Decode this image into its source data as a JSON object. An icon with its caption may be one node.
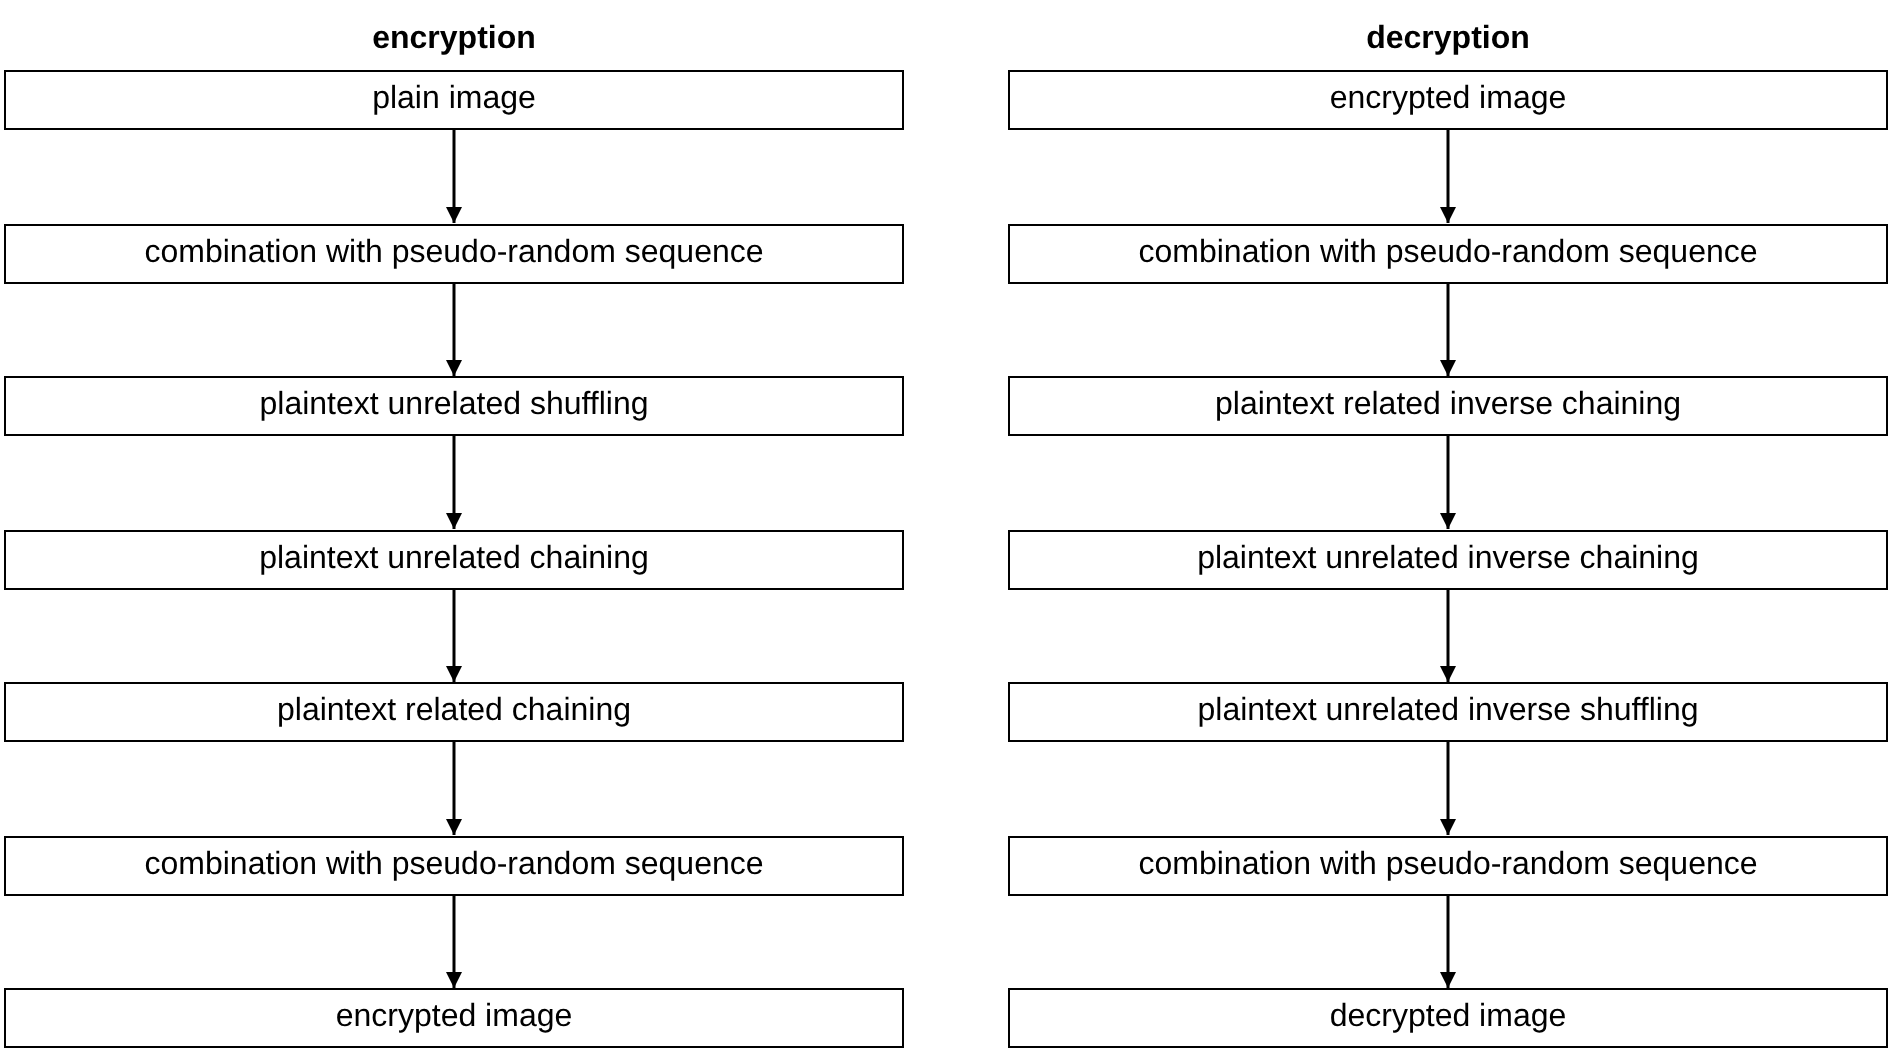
{
  "diagram": {
    "nodes": [
      {
        "text": [
          "plain image"
        ]
      },
      {
        "text": [
          "combination with pseudo-random sequence"
        ]
      },
      {
        "text": [
          "plaintext unrelated shuffling"
        ]
      },
      {
        "text": [
          "plaintext unrelated chaining"
        ]
      },
      {
        "text": [
          "plaintext related chaining"
        ]
      },
      {
        "text": [
          "combination with pseudo-random sequence"
        ]
      },
      {
        "text": [
          "encrypted image"
        ]
      },
      {
        "text": [
          "encrypted image"
        ]
      },
      {
        "text": [
          "combination with pseudo-random sequence"
        ]
      },
      {
        "text": [
          "plaintext related inverse chaining"
        ]
      },
      {
        "text": [
          "plaintext unrelated inverse chaining"
        ]
      },
      {
        "text": [
          "plaintext unrelated inverse shuffling"
        ]
      },
      {
        "text": [
          "combination with pseudo-random sequence"
        ]
      },
      {
        "text": [
          "decrypted image"
        ]
      }
    ],
    "edges": [
      {
        "from": 0,
        "to": 1,
        "arrow": "to"
      },
      {
        "from": 1,
        "to": 2,
        "arrow": "to"
      },
      {
        "from": 2,
        "to": 3,
        "arrow": "to"
      },
      {
        "from": 3,
        "to": 4,
        "arrow": "to"
      },
      {
        "from": 4,
        "to": 5,
        "arrow": "to"
      },
      {
        "from": 5,
        "to": 6,
        "arrow": "to"
      },
      {
        "from": 7,
        "to": 8,
        "arrow": "to"
      },
      {
        "from": 8,
        "to": 9,
        "arrow": "to"
      },
      {
        "from": 9,
        "to": 10,
        "arrow": "to"
      },
      {
        "from": 10,
        "to": 11,
        "arrow": "to"
      },
      {
        "from": 11,
        "to": 12,
        "arrow": "to"
      },
      {
        "from": 12,
        "to": 13,
        "arrow": "to"
      }
    ],
    "labels": [
      "encryption",
      "decryption"
    ]
  }
}
